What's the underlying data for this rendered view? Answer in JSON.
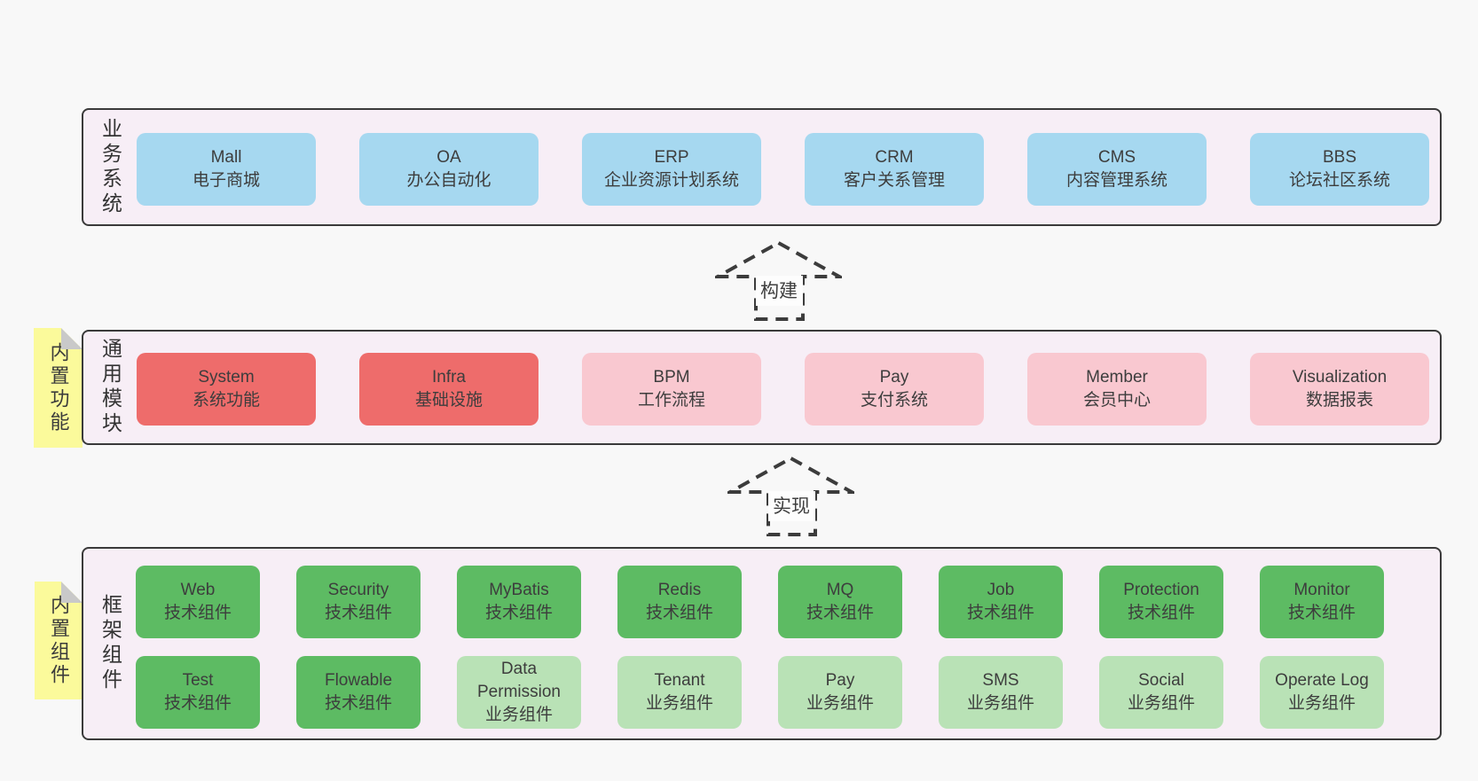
{
  "sections": {
    "business": {
      "label": "业务系统",
      "boxes": [
        {
          "title": "Mall",
          "subtitle": "电子商城",
          "variant": "blue"
        },
        {
          "title": "OA",
          "subtitle": "办公自动化",
          "variant": "blue"
        },
        {
          "title": "ERP",
          "subtitle": "企业资源计划系统",
          "variant": "blue"
        },
        {
          "title": "CRM",
          "subtitle": "客户关系管理",
          "variant": "blue"
        },
        {
          "title": "CMS",
          "subtitle": "内容管理系统",
          "variant": "blue"
        },
        {
          "title": "BBS",
          "subtitle": "论坛社区系统",
          "variant": "blue"
        }
      ]
    },
    "modules": {
      "label": "通用模块",
      "sticky": "内置功能",
      "boxes": [
        {
          "title": "System",
          "subtitle": "系统功能",
          "variant": "red"
        },
        {
          "title": "Infra",
          "subtitle": "基础设施",
          "variant": "red"
        },
        {
          "title": "BPM",
          "subtitle": "工作流程",
          "variant": "pink"
        },
        {
          "title": "Pay",
          "subtitle": "支付系统",
          "variant": "pink"
        },
        {
          "title": "Member",
          "subtitle": "会员中心",
          "variant": "pink"
        },
        {
          "title": "Visualization",
          "subtitle": "数据报表",
          "variant": "pink"
        }
      ]
    },
    "framework": {
      "label": "框架组件",
      "sticky": "内置组件",
      "row1": [
        {
          "title": "Web",
          "subtitle": "技术组件",
          "variant": "green"
        },
        {
          "title": "Security",
          "subtitle": "技术组件",
          "variant": "green"
        },
        {
          "title": "MyBatis",
          "subtitle": "技术组件",
          "variant": "green"
        },
        {
          "title": "Redis",
          "subtitle": "技术组件",
          "variant": "green"
        },
        {
          "title": "MQ",
          "subtitle": "技术组件",
          "variant": "green"
        },
        {
          "title": "Job",
          "subtitle": "技术组件",
          "variant": "green"
        },
        {
          "title": "Protection",
          "subtitle": "技术组件",
          "variant": "green"
        },
        {
          "title": "Monitor",
          "subtitle": "技术组件",
          "variant": "green"
        }
      ],
      "row2": [
        {
          "title": "Test",
          "subtitle": "技术组件",
          "variant": "green"
        },
        {
          "title": "Flowable",
          "subtitle": "技术组件",
          "variant": "green"
        },
        {
          "title": "Data Permission",
          "subtitle": "业务组件",
          "variant": "lightgreen"
        },
        {
          "title": "Tenant",
          "subtitle": "业务组件",
          "variant": "lightgreen"
        },
        {
          "title": "Pay",
          "subtitle": "业务组件",
          "variant": "lightgreen"
        },
        {
          "title": "SMS",
          "subtitle": "业务组件",
          "variant": "lightgreen"
        },
        {
          "title": "Social",
          "subtitle": "业务组件",
          "variant": "lightgreen"
        },
        {
          "title": "Operate Log",
          "subtitle": "业务组件",
          "variant": "lightgreen"
        }
      ]
    }
  },
  "arrows": {
    "build": {
      "label": "构建"
    },
    "implement": {
      "label": "实现"
    }
  },
  "colors": {
    "page_bg": "#f8f8f8",
    "container_bg": "#f7eef6",
    "border": "#3a3a3a",
    "box_blue": "#a6d8f0",
    "box_red": "#ee6c6b",
    "box_pink": "#f9c8d0",
    "box_green": "#5dbb63",
    "box_light_green": "#b9e2b6",
    "sticky_yellow": "#fbfa9b",
    "sticky_fold_gray": "#c9c9c9",
    "text": "#3d3d3d"
  }
}
